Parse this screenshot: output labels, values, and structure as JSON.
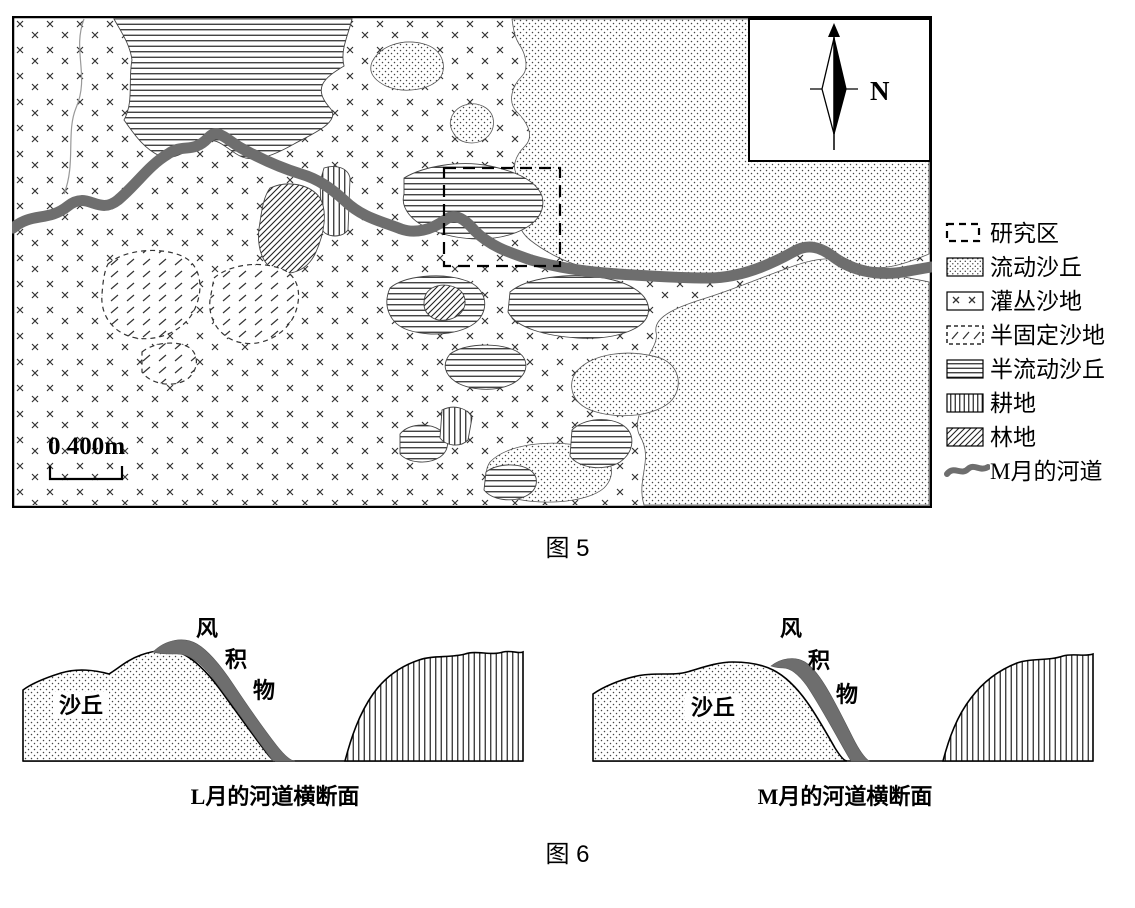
{
  "figure5": {
    "caption": "图 5",
    "compass": {
      "label": "N"
    },
    "scale": {
      "label": "0  400m"
    },
    "legend": {
      "items": [
        {
          "label": "研究区"
        },
        {
          "label": "流动沙丘"
        },
        {
          "label": "灌丛沙地"
        },
        {
          "label": "半固定沙地"
        },
        {
          "label": "半流动沙丘"
        },
        {
          "label": "耕地"
        },
        {
          "label": "林地"
        },
        {
          "label": "M月的河道"
        }
      ]
    }
  },
  "figure6": {
    "caption": "图 6",
    "left_section": {
      "dune_label": "沙丘",
      "deposit_label": [
        "风",
        "积",
        "物"
      ],
      "caption": "L月的河道横断面"
    },
    "right_section": {
      "dune_label": "沙丘",
      "deposit_label": [
        "风",
        "积",
        "物"
      ],
      "caption": "M月的河道横断面"
    }
  },
  "colors": {
    "river_gray": "#6e6e6e",
    "ink": "#000000"
  }
}
